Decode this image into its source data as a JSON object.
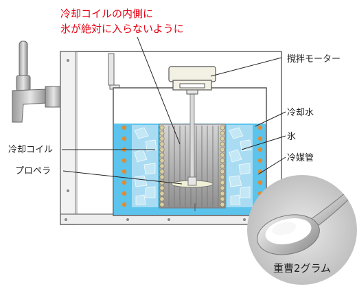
{
  "warning": {
    "line1": "冷却コイルの内側に",
    "line2": "氷が絶対に入らないように"
  },
  "labels": {
    "stirring_motor": "撹拌モーター",
    "cooling_water": "冷却水",
    "ice": "氷",
    "refrigerant_pipe": "冷媒管",
    "cooling_coil": "冷却コイル",
    "propeller": "プロペラ"
  },
  "inset": {
    "caption": "重曹2グラム"
  },
  "colors": {
    "warning_text": "#e60012",
    "water": "#5bc3ec",
    "ice": "#a9dcf2",
    "coil": "#a6a6a6",
    "pipe_dot": "#e38a2e",
    "frame": "#666666",
    "inset_bg": "#cccccc"
  }
}
